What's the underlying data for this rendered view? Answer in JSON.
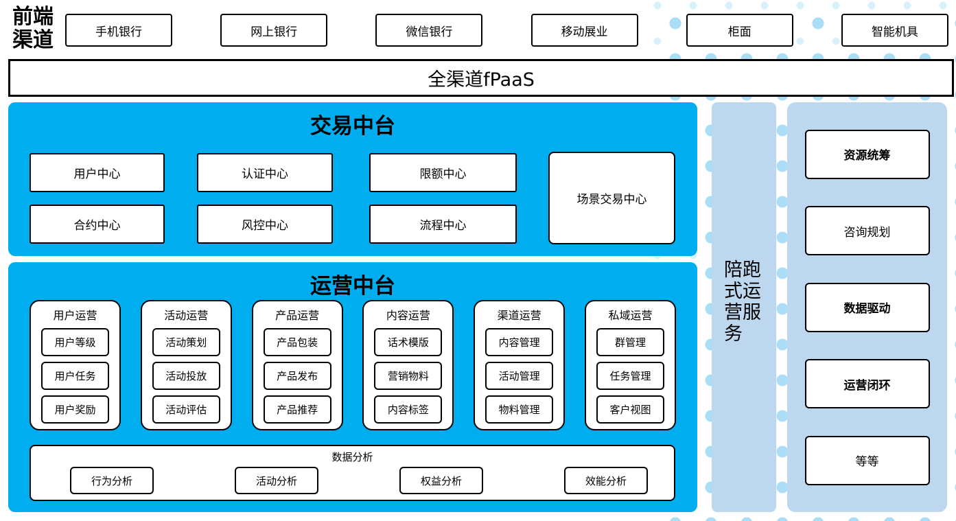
{
  "colors": {
    "primary_blue": "#00AEEF",
    "panel_light_blue": "#BDD7EE",
    "dot_blue": "#A9DEF6",
    "dot_blue_light": "#D9F1FC",
    "box_border": "#000000"
  },
  "front_channels": {
    "label": "前端\n渠道",
    "items": [
      "手机银行",
      "网上银行",
      "微信银行",
      "移动展业",
      "柜面",
      "智能机具"
    ]
  },
  "fpaas": {
    "label": "全渠道fPaaS"
  },
  "trade_platform": {
    "title": "交易中台",
    "row1": [
      "用户中心",
      "认证中心",
      "限额中心"
    ],
    "row2": [
      "合约中心",
      "风控中心",
      "流程中心"
    ],
    "scene_box": "场景交易中心"
  },
  "operation_platform": {
    "title": "运营中台",
    "columns": [
      {
        "header": "用户运营",
        "items": [
          "用户等级",
          "用户任务",
          "用户奖励"
        ]
      },
      {
        "header": "活动运营",
        "items": [
          "活动策划",
          "活动投放",
          "活动评估"
        ]
      },
      {
        "header": "产品运营",
        "items": [
          "产品包装",
          "产品发布",
          "产品推荐"
        ]
      },
      {
        "header": "内容运营",
        "items": [
          "话术模版",
          "营销物料",
          "内容标签"
        ]
      },
      {
        "header": "渠道运营",
        "items": [
          "内容管理",
          "活动管理",
          "物料管理"
        ]
      },
      {
        "header": "私域运营",
        "items": [
          "群管理",
          "任务管理",
          "客户视图"
        ]
      }
    ],
    "analysis": {
      "title": "数据分析",
      "items": [
        "行为分析",
        "活动分析",
        "权益分析",
        "效能分析"
      ]
    }
  },
  "side_service": {
    "label": "陪跑式运营服务"
  },
  "right_panel": {
    "items": [
      {
        "label": "资源统筹",
        "bold": true
      },
      {
        "label": "咨询规划",
        "bold": false
      },
      {
        "label": "数据驱动",
        "bold": true
      },
      {
        "label": "运营闭环",
        "bold": true
      },
      {
        "label": "等等",
        "bold": false
      }
    ]
  }
}
